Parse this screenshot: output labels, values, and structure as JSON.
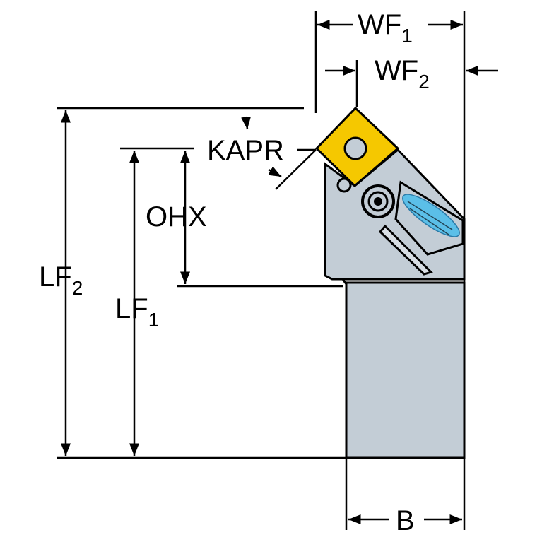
{
  "diagram": {
    "title": "Turning tool holder dimensions",
    "labels": {
      "wf1": {
        "main": "WF",
        "sub": "1"
      },
      "wf2": {
        "main": "WF",
        "sub": "2"
      },
      "kapr": {
        "main": "KAPR"
      },
      "ohx": {
        "main": "OHX"
      },
      "lf2": {
        "main": "LF",
        "sub": "2"
      },
      "lf1": {
        "main": "LF",
        "sub": "1"
      },
      "b": {
        "main": "B"
      }
    },
    "colors": {
      "insert": "#f5c800",
      "body": "#c3cdd6",
      "coolant": "#5bbfe8",
      "line": "#000000"
    }
  }
}
